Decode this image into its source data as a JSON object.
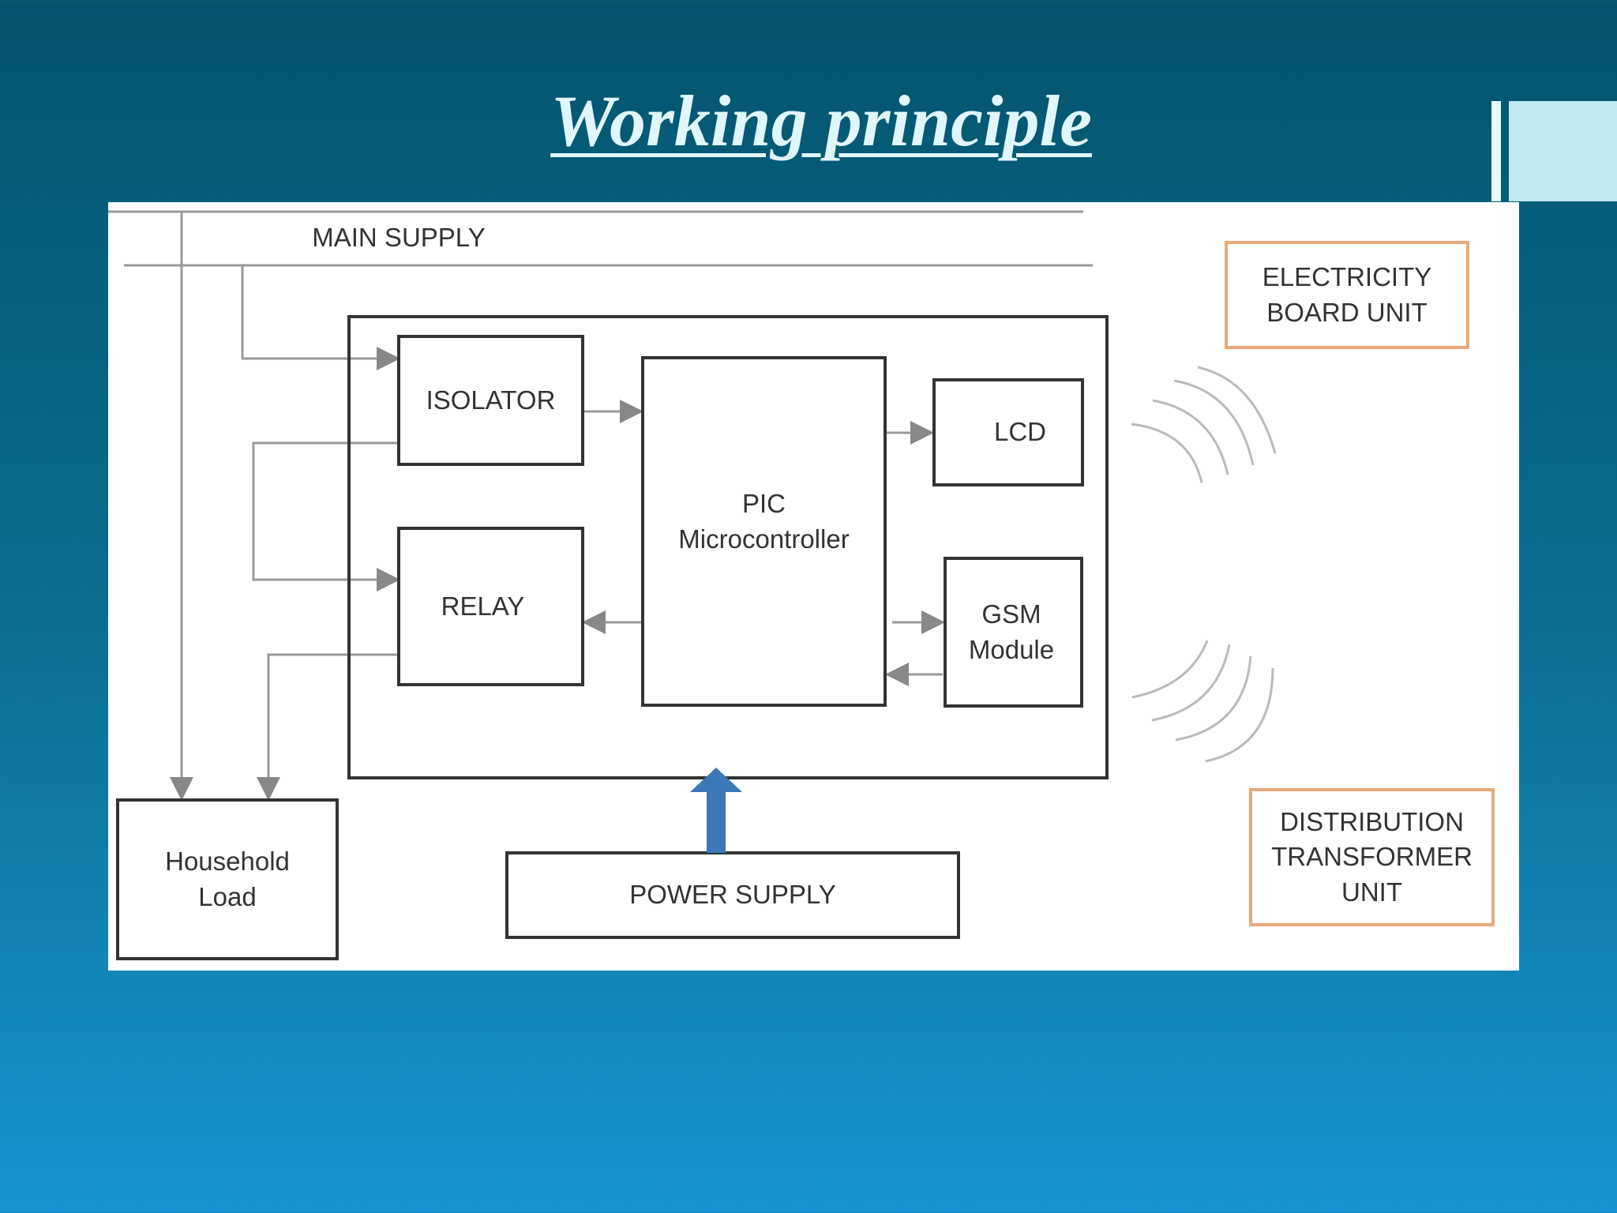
{
  "title": "Working principle",
  "diagram": {
    "main_supply": "MAIN SUPPLY",
    "isolator": "ISOLATOR",
    "relay": "RELAY",
    "pic": "PIC\nMicrocontroller",
    "lcd": "LCD",
    "gsm": "GSM\nModule",
    "household_load": "Household\nLoad",
    "power_supply": "POWER SUPPLY",
    "electricity_board": "ELECTRICITY\nBOARD UNIT",
    "distribution_transformer": "DISTRIBUTION\nTRANSFORMER\nUNIT"
  },
  "colors": {
    "box_stroke": "#333333",
    "orange_stroke": "#e8a878",
    "arrow_fill": "#3a78b8"
  }
}
